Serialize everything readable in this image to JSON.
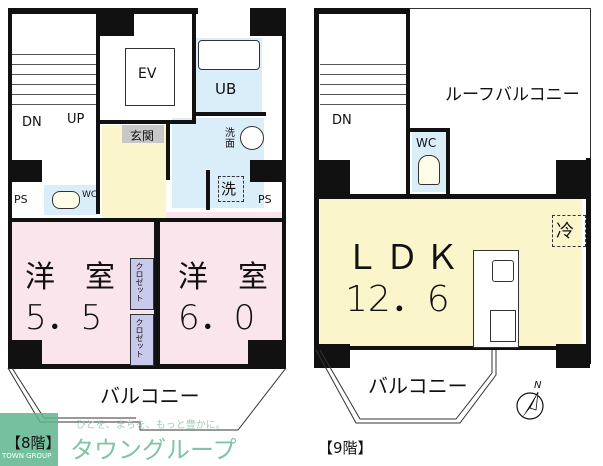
{
  "floor8": {
    "label": "【8階】",
    "rooms": {
      "stairs_dn": "DN",
      "stairs_up": "UP",
      "elevator": "EV",
      "bath": "UB",
      "entrance": "玄関",
      "washroom": "洗面",
      "washer": "洗",
      "wc": "WC",
      "ps_left": "PS",
      "ps_right": "PS",
      "room1_type": "洋　室",
      "room1_size": "5．5",
      "room2_type": "洋　室",
      "room2_size": "6．0",
      "closet1": "クロゼット",
      "closet2": "クロゼット",
      "balcony": "バルコニー"
    }
  },
  "floor9": {
    "label": "【9階】",
    "rooms": {
      "stairs_dn": "DN",
      "roof_balcony": "ルーフバルコニー",
      "wc": "WC",
      "fridge": "冷",
      "ldk_type": "ＬＤＫ",
      "ldk_size": "12．6",
      "balcony": "バルコニー"
    },
    "compass": "N"
  },
  "watermark": {
    "tagline": "ひとを、まちを、もっと豊かに。",
    "brand": "タウングループ",
    "brand_en": "TOWN GROUP"
  },
  "colors": {
    "wall": "#111111",
    "bedroom": "#fbe5ec",
    "ldk": "#fbf5cc",
    "wet": "#daeefa",
    "entrance": "#c8c8c8",
    "closet": "#c9c9ec",
    "watermark": "#5fb58e"
  }
}
